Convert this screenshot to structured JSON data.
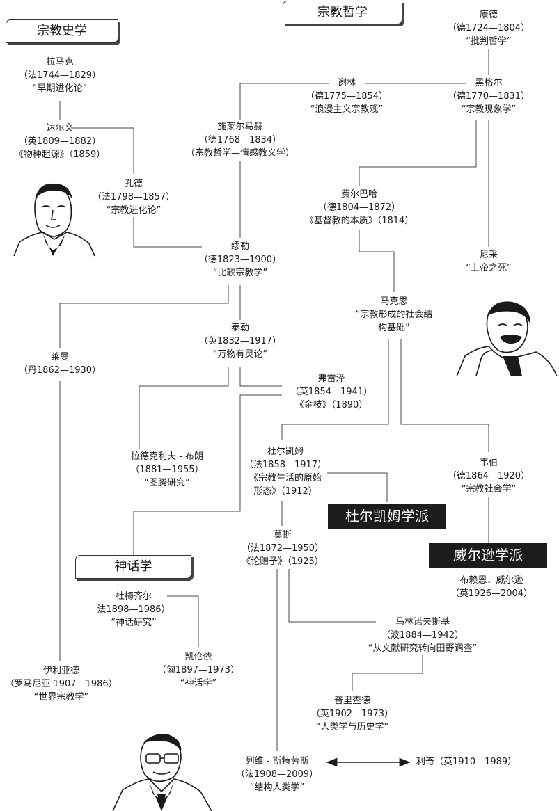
{
  "tabs": {
    "religion_history": "宗教史学",
    "philosophy": "宗教哲学",
    "mythology": "神话学"
  },
  "schools": {
    "durkheim": "杜尔凯姆学派",
    "wilson": "威尔逊学派"
  },
  "nodes": {
    "lamarck": {
      "name": "拉马克",
      "info": "（法1744—1829）",
      "work": "“早期进化论”"
    },
    "darwin": {
      "name": "达尔文",
      "info": "（英1809—1882）",
      "work": "《物种起源》（1859）"
    },
    "comte": {
      "name": "孔德",
      "info": "（法1798—1857）",
      "work": "“宗教进化论”"
    },
    "kant": {
      "name": "康德",
      "info": "（德1724—1804）",
      "work": "“批判哲学”"
    },
    "schelling": {
      "name": "谢林",
      "info": "（德1775—1854）",
      "work": "“浪漫主义宗教观”"
    },
    "hegel": {
      "name": "黑格尔",
      "info": "（德1770—1831）",
      "work": "“宗教现象学”"
    },
    "schleiermacher": {
      "name": "施莱尔马赫",
      "info": "（德1768—1834）",
      "work": "（宗教哲学—情感教义学）"
    },
    "feuerbach": {
      "name": "费尔巴哈",
      "info": "（德1804—1872）",
      "work": "《基督教的本质》（1814）"
    },
    "muller": {
      "name": "缪勒",
      "info": "（德1823—1900）",
      "work": "“比较宗教学”"
    },
    "nietzsche": {
      "name": "尼采",
      "work": "“上帝之死”"
    },
    "marx": {
      "name": "马克思",
      "work": "“宗教形成的社会结",
      "work2": "构基础”"
    },
    "lehmann": {
      "name": "莱曼",
      "info": "（丹1862—1930）"
    },
    "tylor": {
      "name": "泰勒",
      "info": "（英1832—1917）",
      "work": "“万物有灵论”"
    },
    "frazer": {
      "name": "弗雷泽",
      "info": "（英1854—1941）",
      "work": "《金枝》（1890）"
    },
    "radcliffe": {
      "name": "拉德克利夫 - 布朗",
      "info": "（1881—1955）",
      "work": "“图腾研究”"
    },
    "durkheim": {
      "name": "杜尔凯姆",
      "info": "（法1858—1917）",
      "work": "《宗教生活的原始",
      "work2": "形态》（1912）"
    },
    "weber": {
      "name": "韦伯",
      "info": "（德1864—1920）",
      "work": "“宗教社会学”"
    },
    "mauss": {
      "name": "莫斯",
      "info": "（法1872—1950）",
      "work": "《论赠予》（1925）"
    },
    "wilson": {
      "name": "布赖恩．威尔逊",
      "info": "（英1926—2004）"
    },
    "dumezil": {
      "name": "杜梅齐尔",
      "info": "法1898—1986）",
      "work": "“神话研究”"
    },
    "malinowski": {
      "name": "马林诺夫斯基",
      "info": "（波1884—1942）",
      "work": "“从文献研究转向田野调查”"
    },
    "kerenyi": {
      "name": "凯伦依",
      "info": "（匈1897—1973）",
      "work": "“神话学”"
    },
    "eliade": {
      "name": "伊利亚德",
      "info": "（罗马尼亚 1907—1986）",
      "work": "“世界宗教学”"
    },
    "pritchard": {
      "name": "普里查德",
      "info": "（英1902—1973）",
      "work": "“人类学与历史学”"
    },
    "levistrauss": {
      "name": "列维 - 斯特劳斯",
      "info": "（法1908—2009）",
      "work": "“结构人类学”"
    },
    "leach": {
      "name": "利奇（英1910—1989）"
    }
  }
}
